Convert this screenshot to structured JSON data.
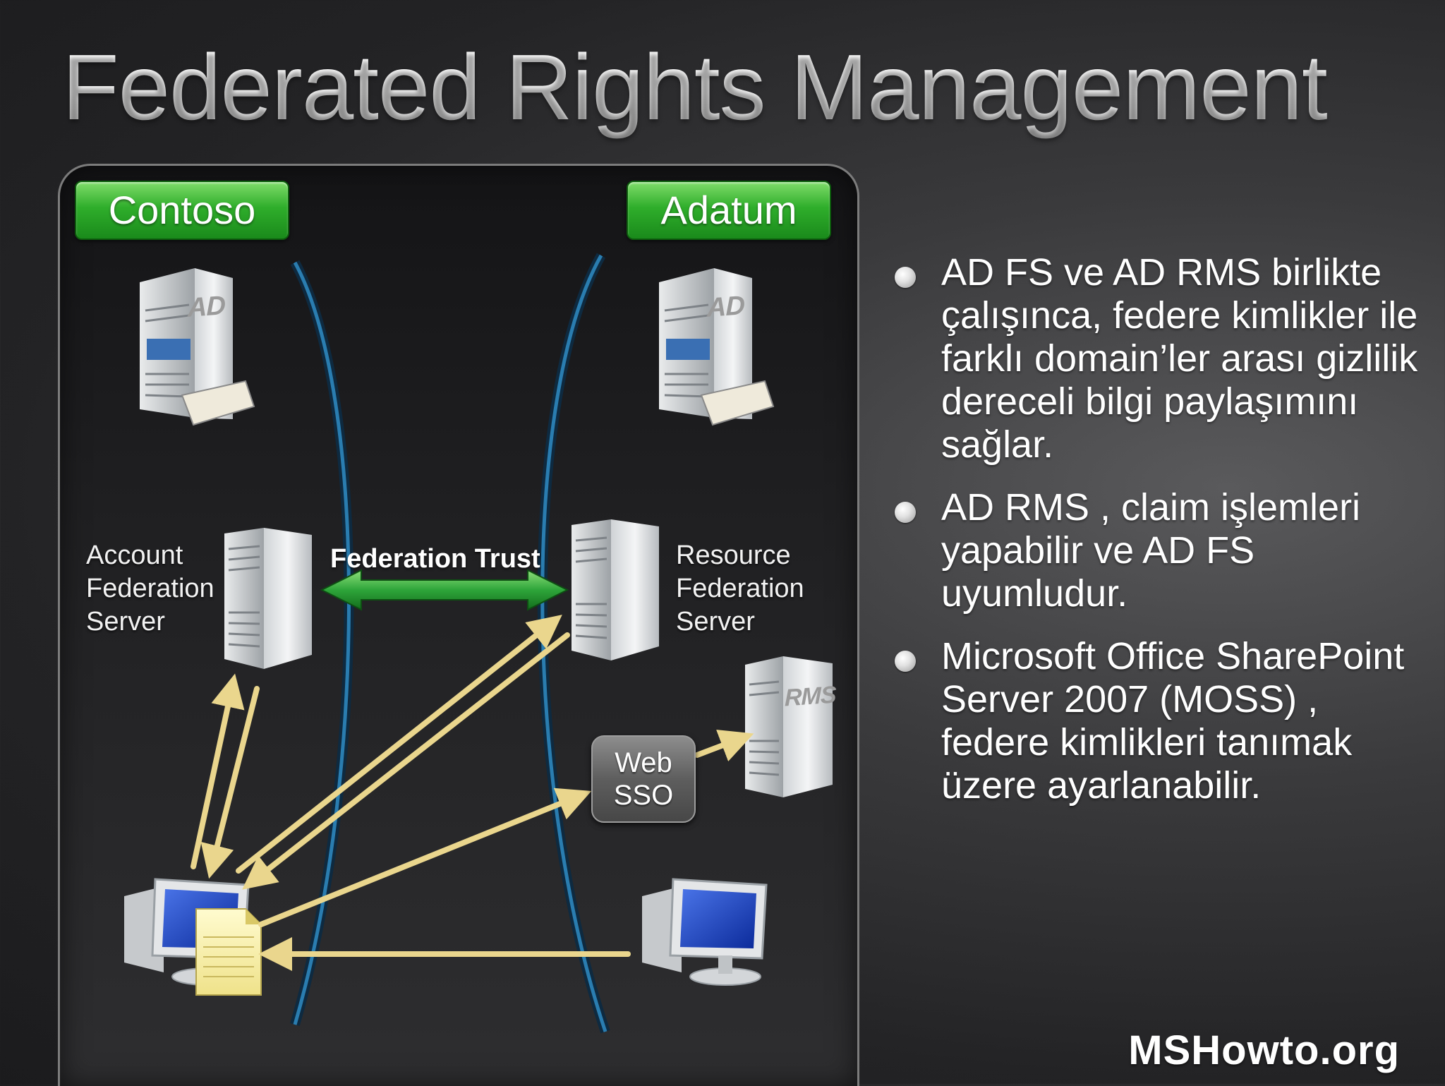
{
  "slide": {
    "title": "Federated Rights Management",
    "watermark": "MSHowto.org"
  },
  "diagram": {
    "org_left": "Contoso",
    "org_right": "Adatum",
    "ad_tag_left": "AD",
    "ad_tag_right": "AD",
    "rms_tag": "RMS",
    "account_server": [
      "Account",
      "Federation",
      "Server"
    ],
    "resource_server": [
      "Resource",
      "Federation",
      "Server"
    ],
    "federation_trust": "Federation Trust",
    "web_sso": [
      "Web",
      "SSO"
    ],
    "colors": {
      "badge_green": "#2fae2b",
      "flow_arrow": "#e6d38a",
      "trust_arrow": "#2ea53a",
      "boundary": "#1f5f8a"
    },
    "icons": [
      "ad-server-icon",
      "federation-server-icon",
      "rms-server-icon",
      "client-computer-icon",
      "document-icon"
    ]
  },
  "bullets": [
    "AD FS ve AD RMS birlikte çalışınca, federe kimlikler ile farklı domain’ler arası gizlilik dereceli bilgi paylaşımını sağlar.",
    " AD RMS , claim işlemleri yapabilir ve AD FS uyumludur.",
    "Microsoft Office SharePoint Server 2007 (MOSS) , federe kimlikleri tanımak üzere ayarlanabilir."
  ]
}
